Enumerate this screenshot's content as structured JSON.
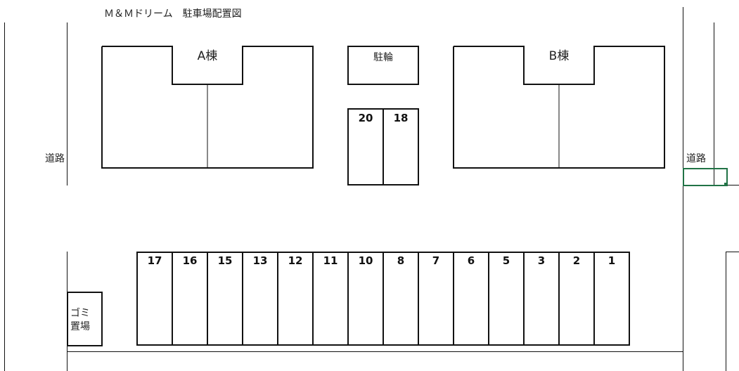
{
  "title": "Ｍ＆Ｍドリーム　駐車場配置図",
  "road_left": "道路",
  "road_right": "道路",
  "building_a": "A棟",
  "building_b": "B棟",
  "bicycle": "駐輪",
  "garbage": [
    "ゴミ",
    "置場"
  ],
  "upper_spaces": [
    "20",
    "18"
  ],
  "lower_spaces": [
    "17",
    "16",
    "15",
    "13",
    "12",
    "11",
    "10",
    "8",
    "7",
    "6",
    "5",
    "3",
    "2",
    "1"
  ]
}
